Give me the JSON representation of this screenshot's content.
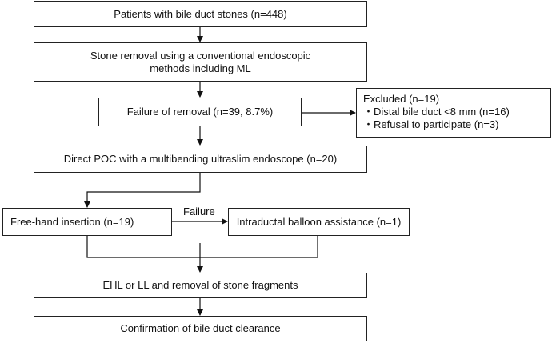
{
  "flowchart": {
    "patients": "Patients with bile duct stones (n=448)",
    "stone_removal_line1": "Stone removal using a conventional endoscopic",
    "stone_removal_line2": "methods including ML",
    "failure_of_removal": "Failure of removal (n=39, 8.7%)",
    "excluded": {
      "title": "Excluded (n=19)",
      "items": [
        "・Distal bile duct <8 mm (n=16)",
        "・Refusal to participate (n=3)"
      ]
    },
    "direct_poc": "Direct POC with a multibending ultraslim endoscope (n=20)",
    "free_hand": "Free-hand insertion (n=19)",
    "failure_label": "Failure",
    "balloon": "Intraductal balloon assistance (n=1)",
    "ehl": "EHL or LL and removal of stone fragments",
    "confirmation": "Confirmation of bile duct clearance"
  }
}
